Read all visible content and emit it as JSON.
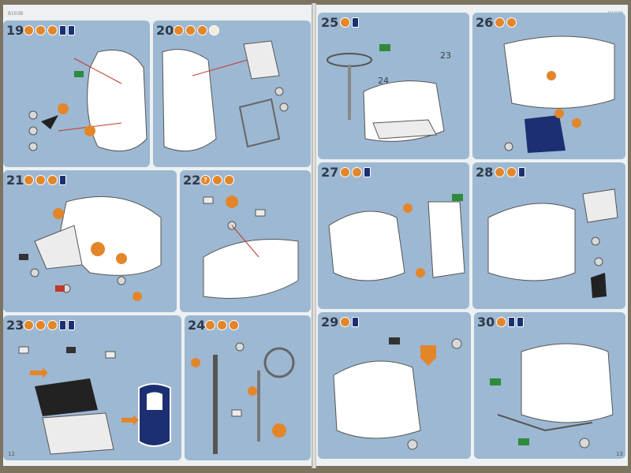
{
  "left_page": {
    "header_code": "81038",
    "page_number": "12",
    "steps": [
      {
        "number": "19",
        "icons": [
          "orange-circle",
          "orange-circle",
          "orange-circle",
          "paint-pots",
          "paint-pots"
        ]
      },
      {
        "number": "20",
        "icons": [
          "orange-circle",
          "orange-circle",
          "orange-circle",
          "clock"
        ]
      },
      {
        "number": "21",
        "icons": [
          "orange-circle",
          "orange-circle",
          "orange-circle",
          "paint-pot"
        ]
      },
      {
        "number": "22",
        "icons": [
          "question-circle",
          "orange-circle",
          "orange-circle"
        ]
      },
      {
        "number": "23",
        "icons": [
          "orange-circle",
          "orange-circle",
          "orange-circle",
          "paint-pot",
          "paint-pot"
        ]
      },
      {
        "number": "24",
        "icons": [
          "orange-circle",
          "orange-circle",
          "orange-circle"
        ]
      }
    ]
  },
  "right_page": {
    "header_code": "81038",
    "page_number": "13",
    "steps": [
      {
        "number": "25",
        "icons": [
          "orange-circle",
          "paint-pot"
        ],
        "labels": [
          "23",
          "24"
        ]
      },
      {
        "number": "26",
        "icons": [
          "orange-circle",
          "orange-circle"
        ]
      },
      {
        "number": "27",
        "icons": [
          "orange-circle",
          "orange-circle",
          "paint-pot"
        ]
      },
      {
        "number": "28",
        "icons": [
          "orange-circle",
          "orange-circle",
          "paint-pot"
        ]
      },
      {
        "number": "29",
        "icons": [
          "orange-circle",
          "paint-pot"
        ]
      },
      {
        "number": "30",
        "icons": [
          "orange-circle",
          "paint-pots"
        ]
      }
    ]
  }
}
